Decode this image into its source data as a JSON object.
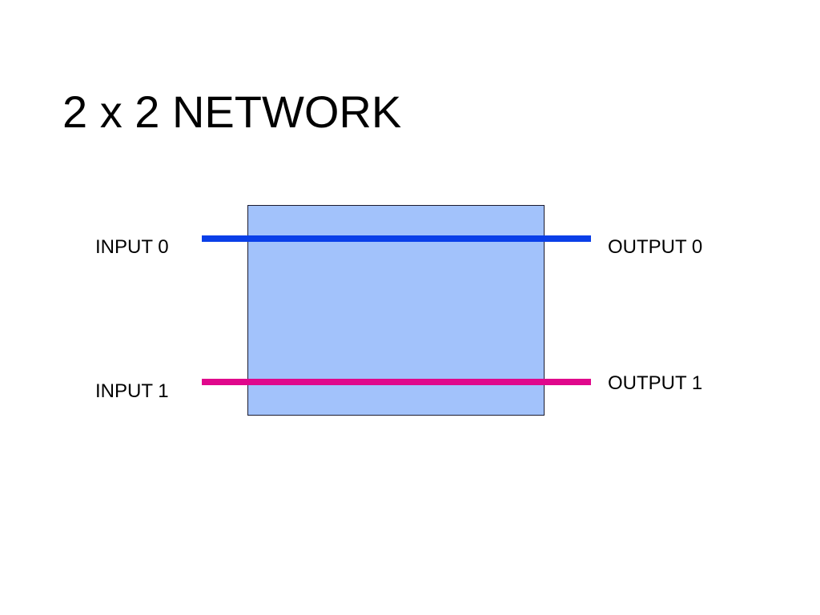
{
  "title": "2 x 2 NETWORK",
  "inputs": [
    {
      "label": "INPUT 0"
    },
    {
      "label": "INPUT 1"
    }
  ],
  "outputs": [
    {
      "label": "OUTPUT 0"
    },
    {
      "label": "OUTPUT 1"
    }
  ],
  "colors": {
    "box_fill": "#a2c2fb",
    "line_0": "#0a3fe8",
    "line_1": "#e0088c"
  }
}
